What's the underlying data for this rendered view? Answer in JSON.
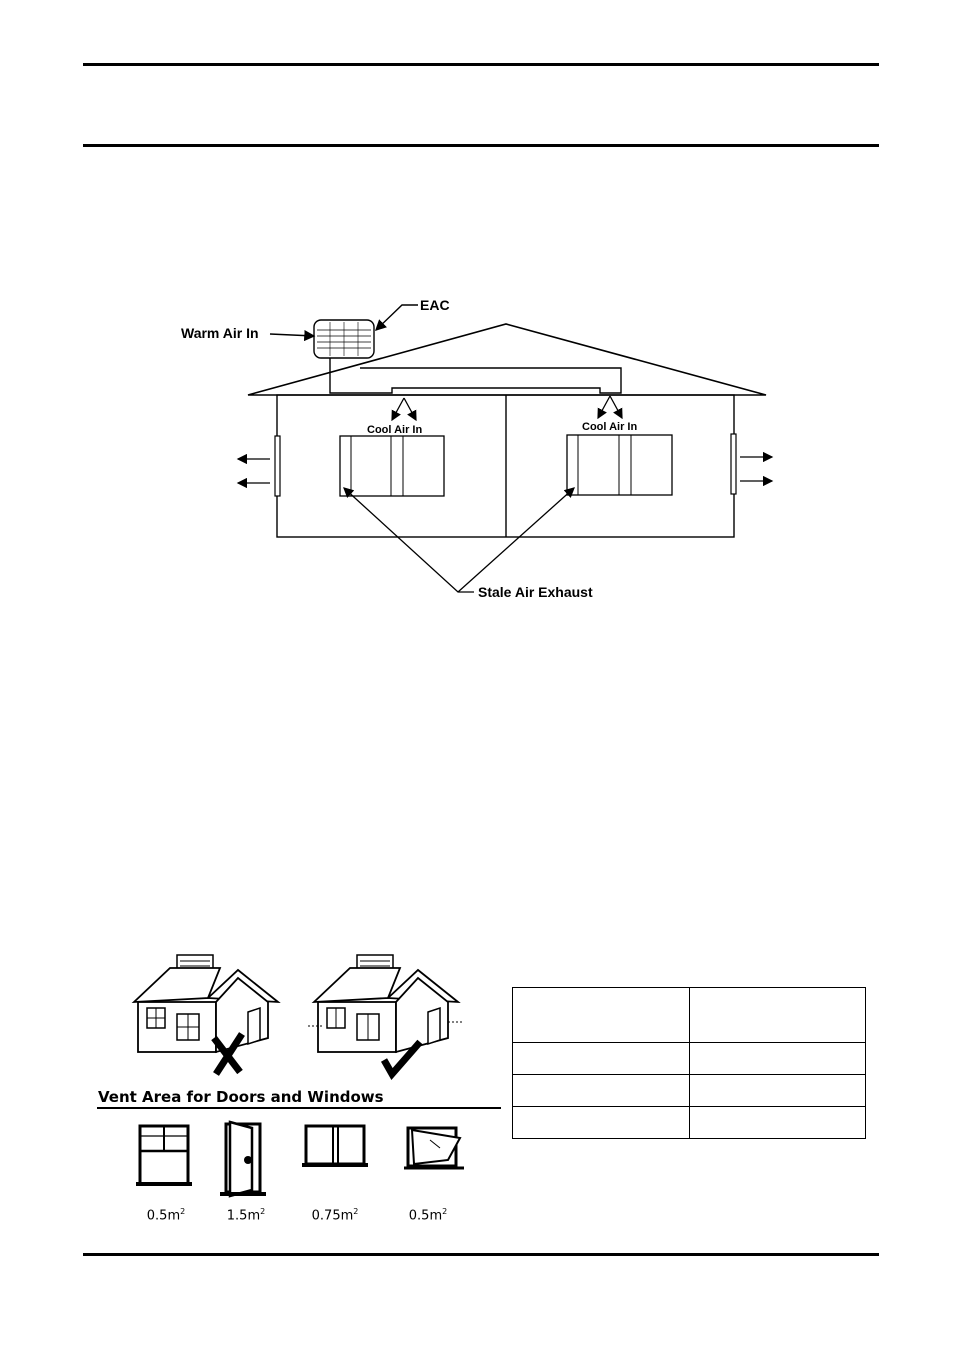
{
  "diagram": {
    "eac_label": "EAC",
    "warm_air_label": "Warm Air In",
    "cool_air_left_label": "Cool Air In",
    "cool_air_right_label": "Cool Air In",
    "stale_air_label": "Stale Air Exhaust"
  },
  "vent": {
    "title": "Vent Area for Doors and Windows",
    "items": [
      {
        "icon": "sash-window-icon",
        "value": "0.5m",
        "unit_sup": "2"
      },
      {
        "icon": "door-icon",
        "value": "1.5m",
        "unit_sup": "2"
      },
      {
        "icon": "sliding-window-icon",
        "value": "0.75m",
        "unit_sup": "2"
      },
      {
        "icon": "awning-window-icon",
        "value": "0.5m",
        "unit_sup": "2"
      }
    ]
  },
  "table": {
    "rows": [
      [
        "",
        ""
      ],
      [
        "",
        ""
      ],
      [
        "",
        ""
      ],
      [
        "",
        ""
      ]
    ]
  }
}
